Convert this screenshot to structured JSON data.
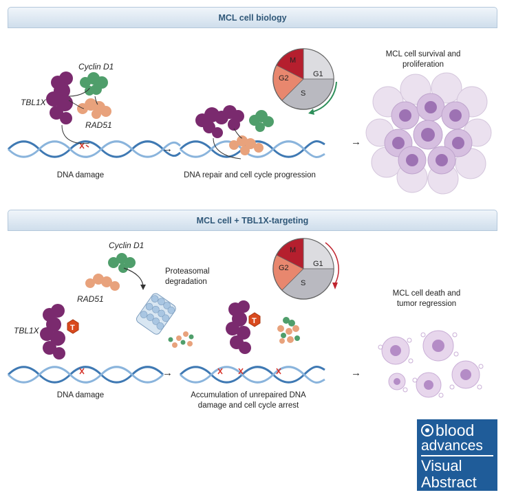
{
  "panels": {
    "top": {
      "header": "MCL cell biology",
      "labels": {
        "dna_damage": "DNA damage",
        "repair": "DNA repair and cell cycle progression",
        "survival": "MCL cell survival and\nproliferation"
      },
      "proteins": {
        "cyclin": "Cyclin D1",
        "tbl1x": "TBL1X",
        "rad51": "RAD51"
      }
    },
    "bottom": {
      "header": "MCL cell + TBL1X-targeting",
      "labels": {
        "dna_damage": "DNA damage",
        "accumulation": "Accumulation of unrepaired DNA\ndamage and cell cycle arrest",
        "death": "MCL cell death and\ntumor regression",
        "proteasome": "Proteasomal\ndegradation"
      },
      "proteins": {
        "cyclin": "Cyclin D1",
        "tbl1x": "TBL1X",
        "rad51": "RAD51",
        "drug": "T"
      }
    }
  },
  "cell_cycle": {
    "phases": [
      "M",
      "G1",
      "S",
      "G2"
    ]
  },
  "logo": {
    "line1": "blood",
    "line2": "advances",
    "line3": "Visual",
    "line4": "Abstract"
  },
  "colors": {
    "header_text": "#2f5778",
    "tbl1x": "#7a2a6e",
    "cyclin": "#4f9e6b",
    "rad51": "#e8a27c",
    "phase_m": "#b51f2e",
    "phase_g2": "#e8876e",
    "phase_s": "#b9b9c0",
    "phase_g1": "#dcdce0",
    "dna": "#5b8fc0",
    "logo_bg": "#1f5c99"
  }
}
